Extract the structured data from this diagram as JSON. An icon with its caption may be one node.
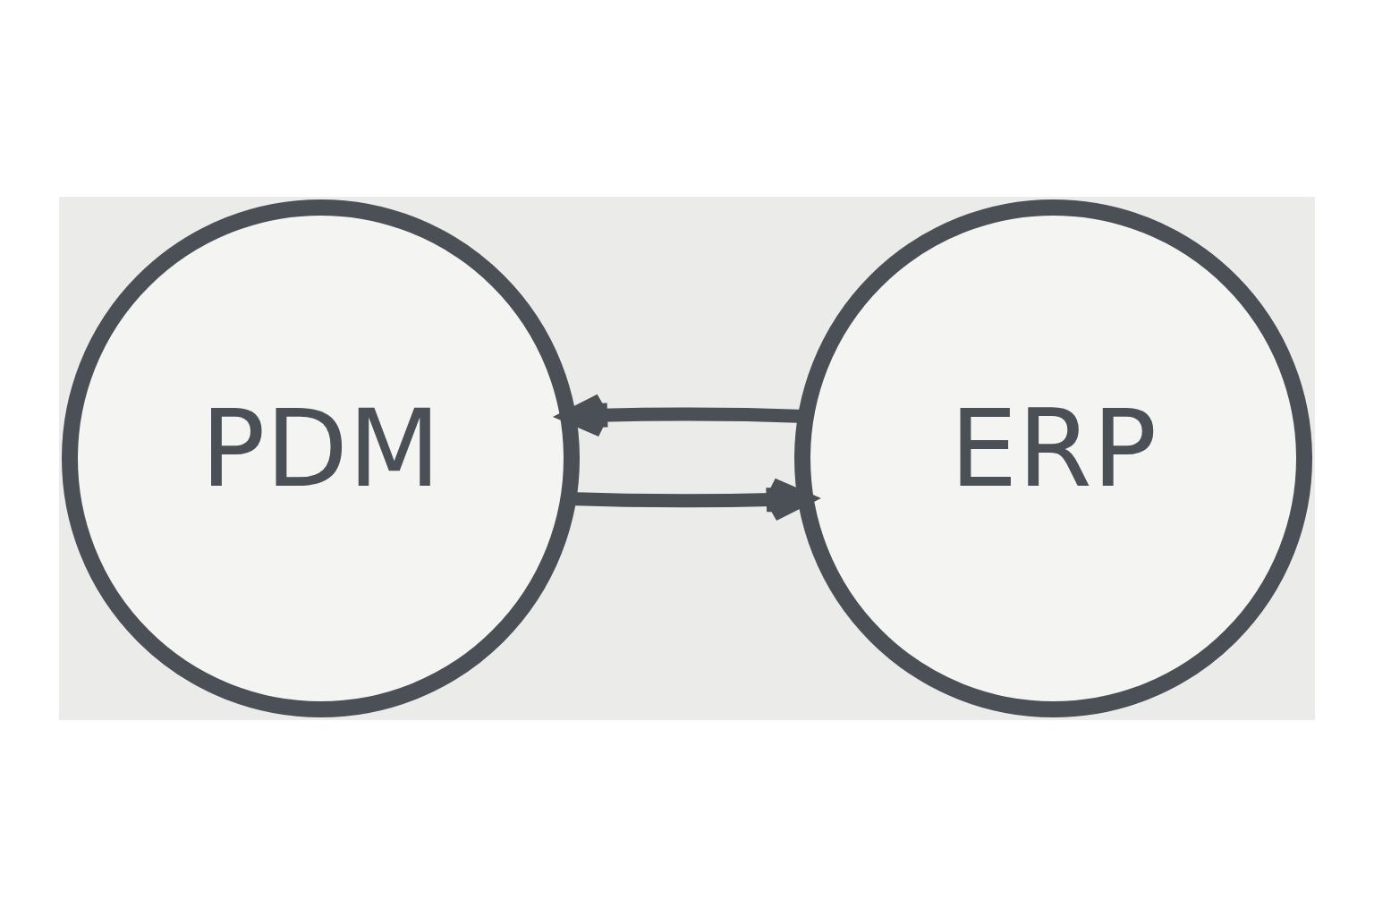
{
  "diagram": {
    "nodes": [
      {
        "text": [
          "PDM"
        ]
      },
      {
        "text": [
          "ERP"
        ]
      }
    ],
    "edges": [
      {
        "from": 0,
        "to": 1,
        "arrow": "to"
      },
      {
        "from": 1,
        "to": 0,
        "arrow": "to"
      }
    ]
  }
}
